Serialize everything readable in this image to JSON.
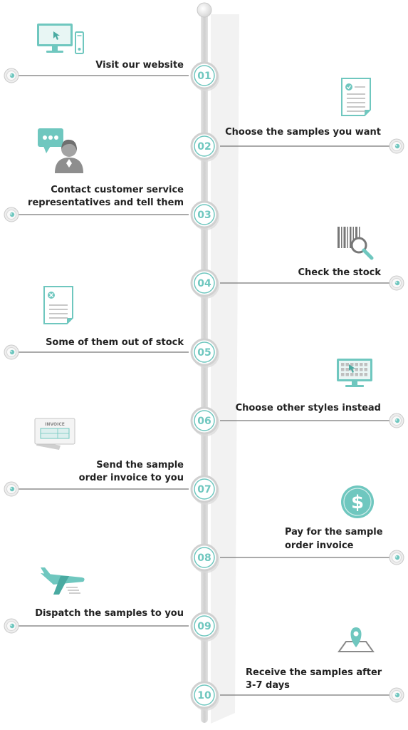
{
  "colors": {
    "accent": "#6fc7bf",
    "accent_dark": "#49aaa1",
    "spine": "#d6d6d6",
    "line": "#777777",
    "text": "#222222"
  },
  "steps": [
    {
      "number": "01",
      "side": "left",
      "lines": [
        "Visit our website"
      ],
      "icon": "computer-icon"
    },
    {
      "number": "02",
      "side": "right",
      "lines": [
        "Choose the samples you want"
      ],
      "icon": "document-check-icon"
    },
    {
      "number": "03",
      "side": "left",
      "lines": [
        "Contact customer service",
        "representatives and tell them"
      ],
      "icon": "customer-service-icon"
    },
    {
      "number": "04",
      "side": "right",
      "lines": [
        "Check the stock"
      ],
      "icon": "barcode-search-icon"
    },
    {
      "number": "05",
      "side": "left",
      "lines": [
        "Some of them out of stock"
      ],
      "icon": "document-cross-icon"
    },
    {
      "number": "06",
      "side": "right",
      "lines": [
        "Choose other styles instead"
      ],
      "icon": "monitor-grid-icon"
    },
    {
      "number": "07",
      "side": "left",
      "lines": [
        "Send the sample",
        "order invoice to you"
      ],
      "icon": "invoice-icon",
      "icon_text": "INVOICE"
    },
    {
      "number": "08",
      "side": "right",
      "lines": [
        "Pay for the sample",
        "order invoice"
      ],
      "icon": "dollar-icon",
      "icon_text": "$"
    },
    {
      "number": "09",
      "side": "left",
      "lines": [
        "Dispatch the samples to you"
      ],
      "icon": "airplane-icon"
    },
    {
      "number": "10",
      "side": "right",
      "lines": [
        "Receive the samples after",
        "3-7 days"
      ],
      "icon": "map-pin-icon"
    }
  ]
}
